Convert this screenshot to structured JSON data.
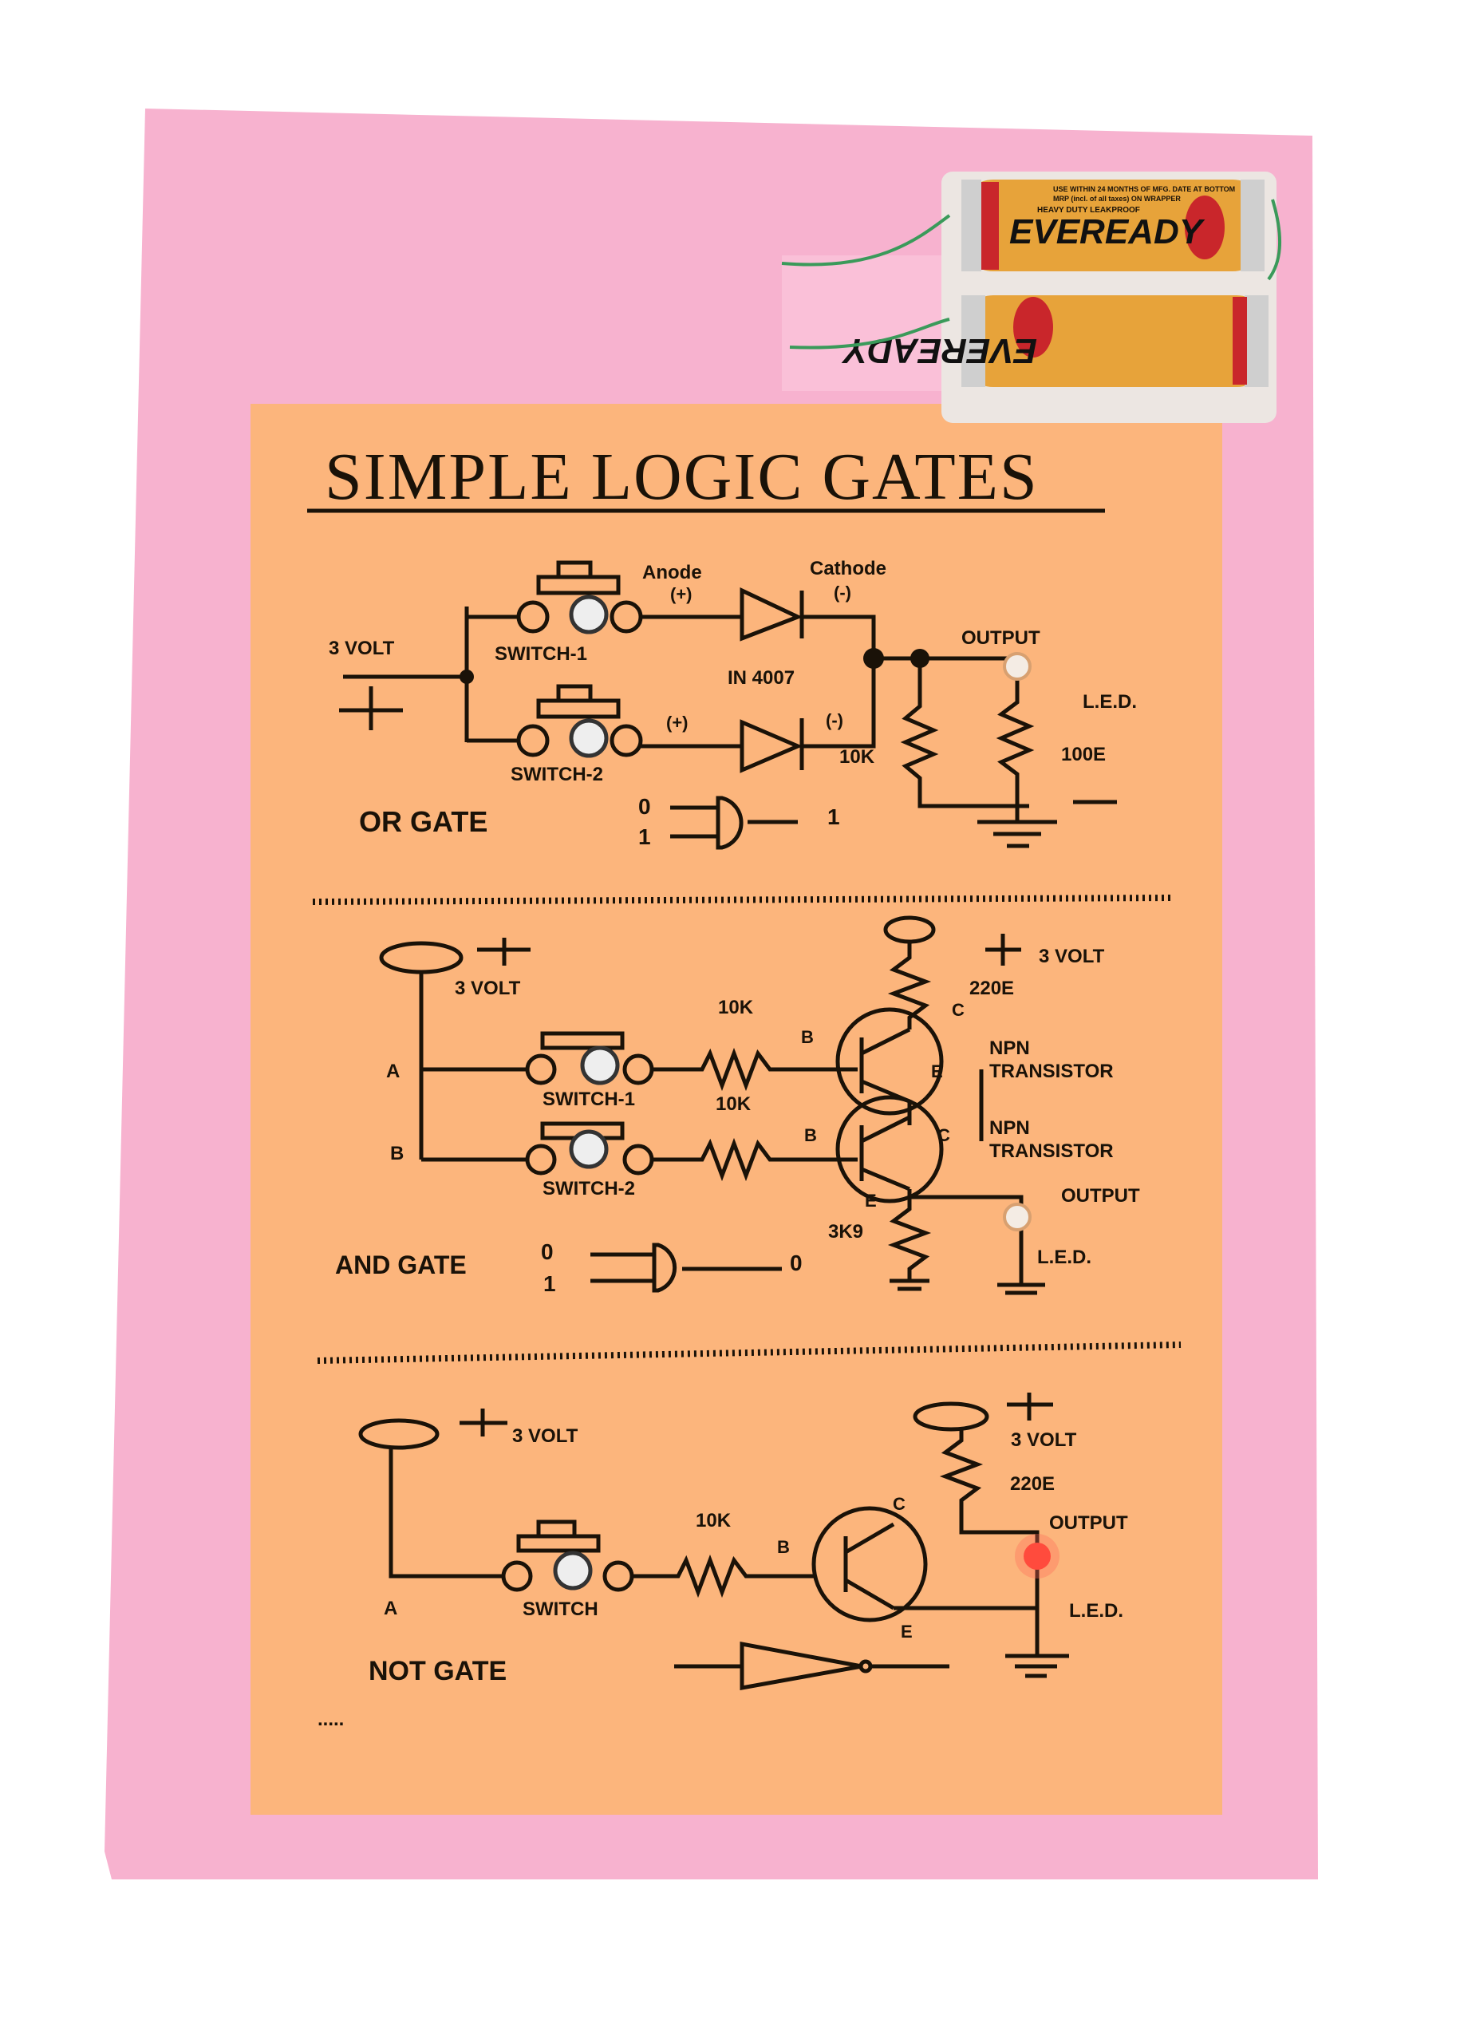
{
  "colors": {
    "board": "#f7b2cf",
    "sheet": "#fcb57c",
    "ink": "#1a1208",
    "battery_gold": "#e7a33a",
    "battery_red": "#c9262b",
    "wire": "#3a9a5a",
    "led_lit": "#ff3b2f"
  },
  "batteries": {
    "brand": "EVEREADY",
    "line1": "USE WITHIN 24 MONTHS OF MFG. DATE AT BOTTOM",
    "line2": "MRP (incl. of all taxes) ON WRAPPER",
    "line3": "HEAVY DUTY   LEAKPROOF"
  },
  "title": "SIMPLE  LOGIC  GATES",
  "or_gate": {
    "anode": "Anode",
    "cathode": "Cathode",
    "plus1": "(+)",
    "minus1": "(-)",
    "plus2": "(+)",
    "minus2": "(-)",
    "volt": "3 VOLT",
    "switch1": "SWITCH-1",
    "switch2": "SWITCH-2",
    "diode": "IN 4007",
    "output": "OUTPUT",
    "led": "L.E.D.",
    "r1": "10K",
    "r2": "100E",
    "name": "OR  GATE",
    "in0": "0",
    "in1": "1",
    "out": "1"
  },
  "and_gate": {
    "volt_left": "3 VOLT",
    "volt_right": "3 VOLT",
    "a": "A",
    "b": "B",
    "r1": "10K",
    "r2": "10K",
    "base1": "B",
    "base2": "B",
    "c1": "C",
    "e1": "E",
    "c2": "C",
    "e2": "E",
    "r_top": "220E",
    "npn1": "NPN",
    "tr1": "TRANSISTOR",
    "npn2": "NPN",
    "tr2": "TRANSISTOR",
    "switch1": "SWITCH-1",
    "switch2": "SWITCH-2",
    "output": "OUTPUT",
    "led": "L.E.D.",
    "r_bottom": "3K9",
    "name": "AND  GATE",
    "in0": "0",
    "in1": "1",
    "out": "0"
  },
  "not_gate": {
    "volt_left": "3 VOLT",
    "volt_right": "3 VOLT",
    "r_top": "220E",
    "r_base": "10K",
    "base": "B",
    "c": "C",
    "e": "E",
    "output": "OUTPUT",
    "led": "L.E.D.",
    "switch": "SWITCH",
    "a": "A",
    "name": "NOT  GATE",
    "dots": "....."
  }
}
